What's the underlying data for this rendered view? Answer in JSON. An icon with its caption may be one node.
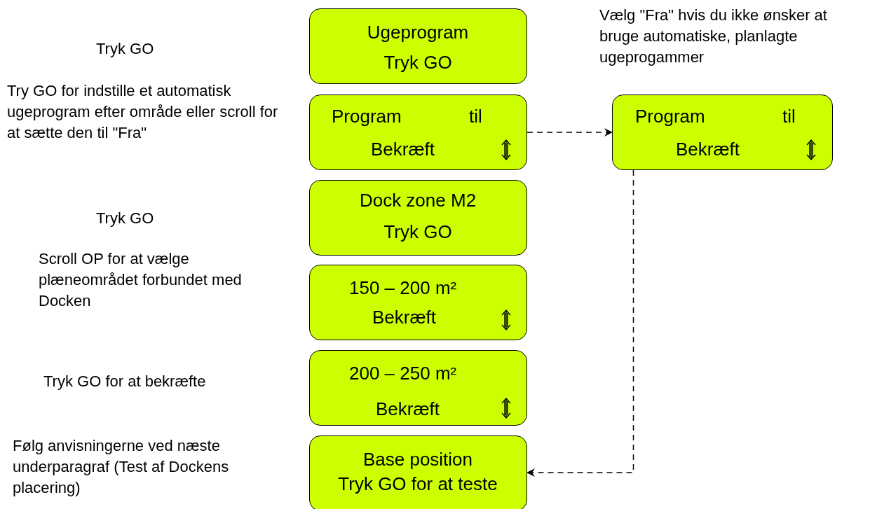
{
  "diagram": {
    "nodes": [
      {
        "text": [
          "Ugeprogram",
          "Tryk GO"
        ]
      },
      {
        "text": [
          "Program",
          "til",
          "Bekræft"
        ]
      },
      {
        "text": [
          "Dock zone M2",
          "Tryk GO"
        ]
      },
      {
        "text": [
          "150 – 200 m²",
          "Bekræft"
        ]
      },
      {
        "text": [
          "200 – 250 m²",
          "Bekræft"
        ]
      },
      {
        "text": [
          "Base position",
          "Tryk GO for at teste"
        ]
      },
      {
        "text": [
          "Program",
          "til",
          "Bekræft"
        ]
      }
    ],
    "edges": [
      {
        "from": 1,
        "to": 6,
        "arrow": "to",
        "style": "dashed"
      },
      {
        "from": 6,
        "to": 5,
        "arrow": "to",
        "style": "dashed"
      }
    ],
    "labels": [
      "Tryk GO",
      "Vælg \"Fra\" hvis du ikke ønsker at bruge automatiske, planlagte ugeprogammer",
      "Try GO for indstille et automatisk ugeprogram efter område eller scroll for at sætte den til \"Fra\"",
      "Tryk GO",
      "Scroll OP for at vælge plæneområdet forbundet med Docken",
      "Tryk GO for at bekræfte",
      "Følg anvisningerne ved næste underparagraf (Test af Dockens placering)"
    ]
  }
}
